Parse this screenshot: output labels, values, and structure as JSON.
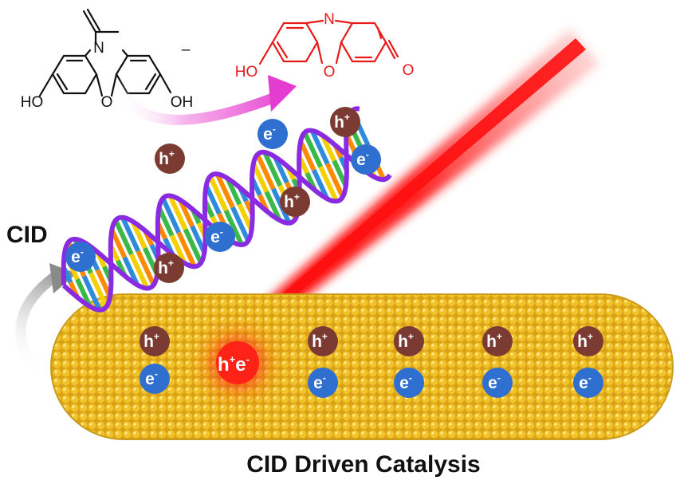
{
  "reactant": {
    "atom_n": "N",
    "atom_o": "O",
    "atom_ho_left": "HO",
    "atom_oh_right": "OH",
    "minus_sign": "–"
  },
  "product": {
    "atom_n": "N",
    "atom_o": "O",
    "atom_ho": "HO",
    "atom_carbonyl_o": "O"
  },
  "cid_label": "CID",
  "caption": "CID Driven Catalysis",
  "charges": {
    "hole_symbol": "h",
    "hole_sup": "+",
    "electron_symbol": "e",
    "electron_sup": "-"
  },
  "hot_spot": {
    "hole": "h",
    "hole_sup": "+",
    "electron": "e",
    "electron_sup": "-"
  },
  "colors": {
    "rod_gold": "#e8b21d",
    "rod_bead_highlight": "#ffe066",
    "rod_outline": "#c99a1c",
    "hole_brown": "#7b3a32",
    "electron_blue": "#2f6fd0",
    "laser_red": "#ff1a1a",
    "dna_backbone": "#8a2be2",
    "product_red": "#e81919",
    "arrow_pink": "#e040c8",
    "cid_arrow_gray": "#9a9a9a"
  },
  "icons": {
    "reactant": "amplex-red-structure-icon",
    "product": "resorufin-structure-icon",
    "dna": "dna-double-helix-icon",
    "rod": "gold-nanorod-icon",
    "laser": "laser-beam-icon"
  }
}
